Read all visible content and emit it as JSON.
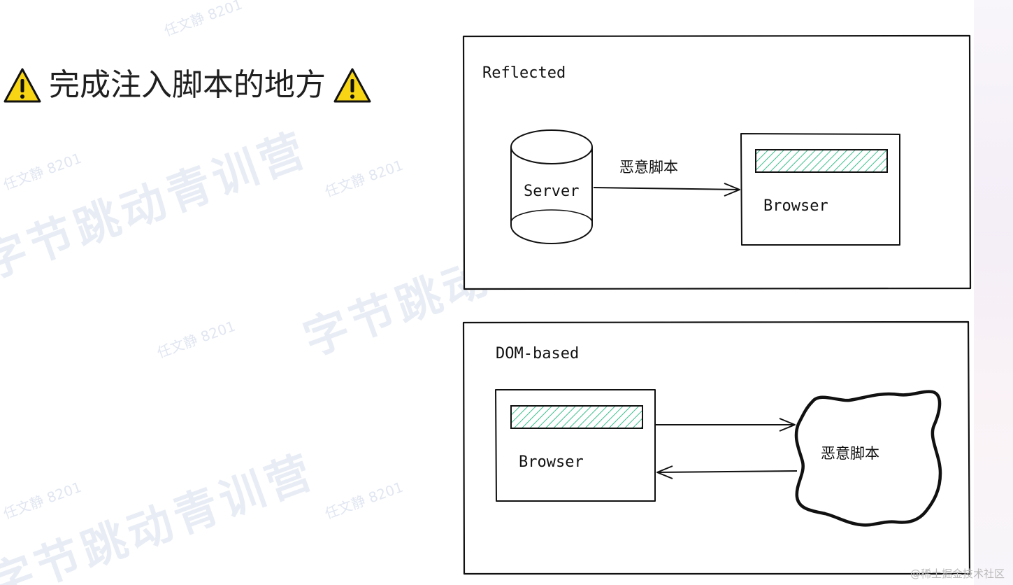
{
  "heading": {
    "text": "完成注入脚本的地方"
  },
  "colors": {
    "warning_fill": "#f7d515",
    "hatch": "#3cc08e",
    "stroke": "#111111"
  },
  "icons": [
    "warning-icon",
    "database-cylinder",
    "cloud-shape"
  ],
  "reflected_panel": {
    "title": "Reflected",
    "server_label": "Server",
    "browser_label": "Browser",
    "arrow_label": "恶意脚本"
  },
  "dom_panel": {
    "title": "DOM-based",
    "browser_label": "Browser",
    "cloud_label": "恶意脚本"
  },
  "watermark": {
    "brand": "字节跳动青训营",
    "user": "任文静 8201"
  },
  "footer": {
    "credit": "@稀土掘金技术社区"
  }
}
